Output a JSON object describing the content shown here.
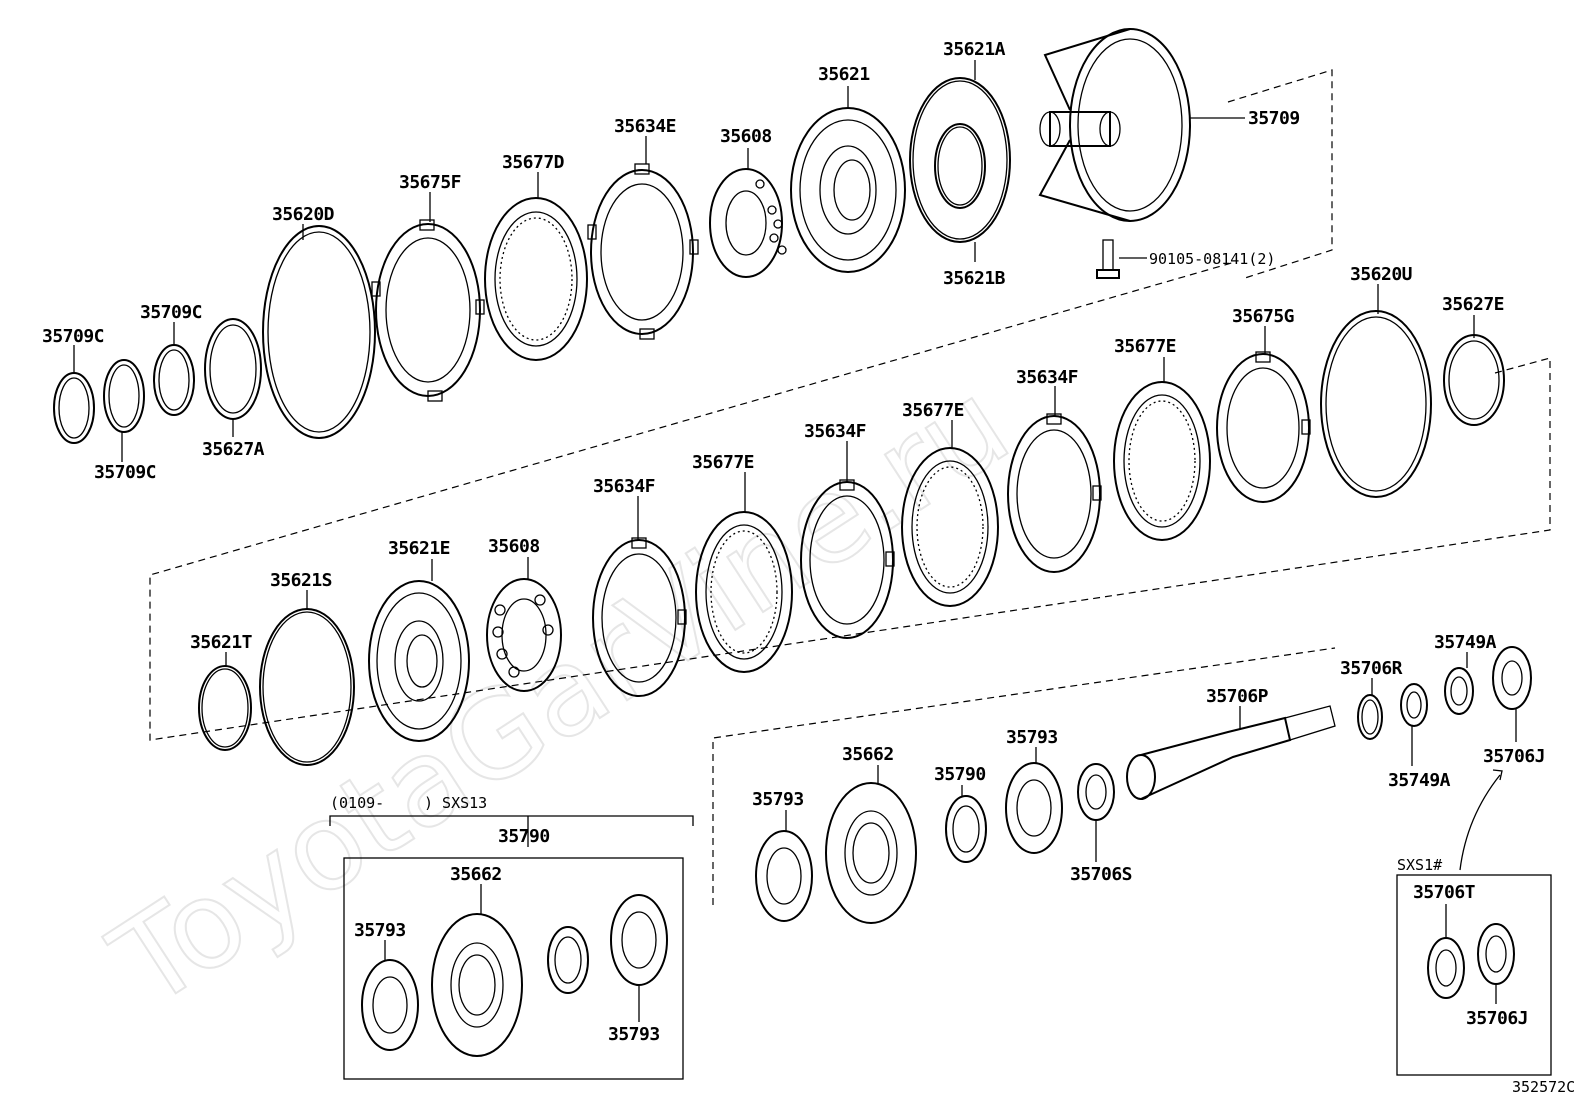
{
  "watermark": "ToyotaGarVine.ru",
  "diagram_code": "352572C",
  "labels": {
    "l35709C_a": "35709C",
    "l35709C_b": "35709C",
    "l35709C_c": "35709C",
    "l35627A": "35627A",
    "l35620D": "35620D",
    "l35675F": "35675F",
    "l35677D": "35677D",
    "l35634E": "35634E",
    "l35608_top": "35608",
    "l35621": "35621",
    "l35621A": "35621A",
    "l35621B": "35621B",
    "l35709": "35709",
    "l90105": "90105-08141(2)",
    "l35620U": "35620U",
    "l35627E": "35627E",
    "l35675G": "35675G",
    "l35677E_1": "35677E",
    "l35634F_1": "35634F",
    "l35677E_2": "35677E",
    "l35634F_2": "35634F",
    "l35677E_3": "35677E",
    "l35634F_3": "35634F",
    "l35608_mid": "35608",
    "l35621E": "35621E",
    "l35621S": "35621S",
    "l35621T": "35621T",
    "l35749A_a": "35749A",
    "l35706R": "35706R",
    "l35706P": "35706P",
    "l35706J_a": "35706J",
    "l35749A_b": "35749A",
    "l35793_a": "35793",
    "l35790_a": "35790",
    "l35662_a": "35662",
    "l35793_b": "35793",
    "l35706S": "35706S",
    "l35790_b": "35790",
    "l35662_b": "35662",
    "l35793_c": "35793",
    "l35793_d": "35793",
    "l35706T": "35706T",
    "l35706J_b": "35706J"
  },
  "notes": {
    "serial_range": "(0109-",
    "serial_model": ") SXS13",
    "inset_model": "SXS1#"
  },
  "colors": {
    "line": "#000000",
    "background": "#ffffff",
    "watermark": "#e6e6e6"
  }
}
